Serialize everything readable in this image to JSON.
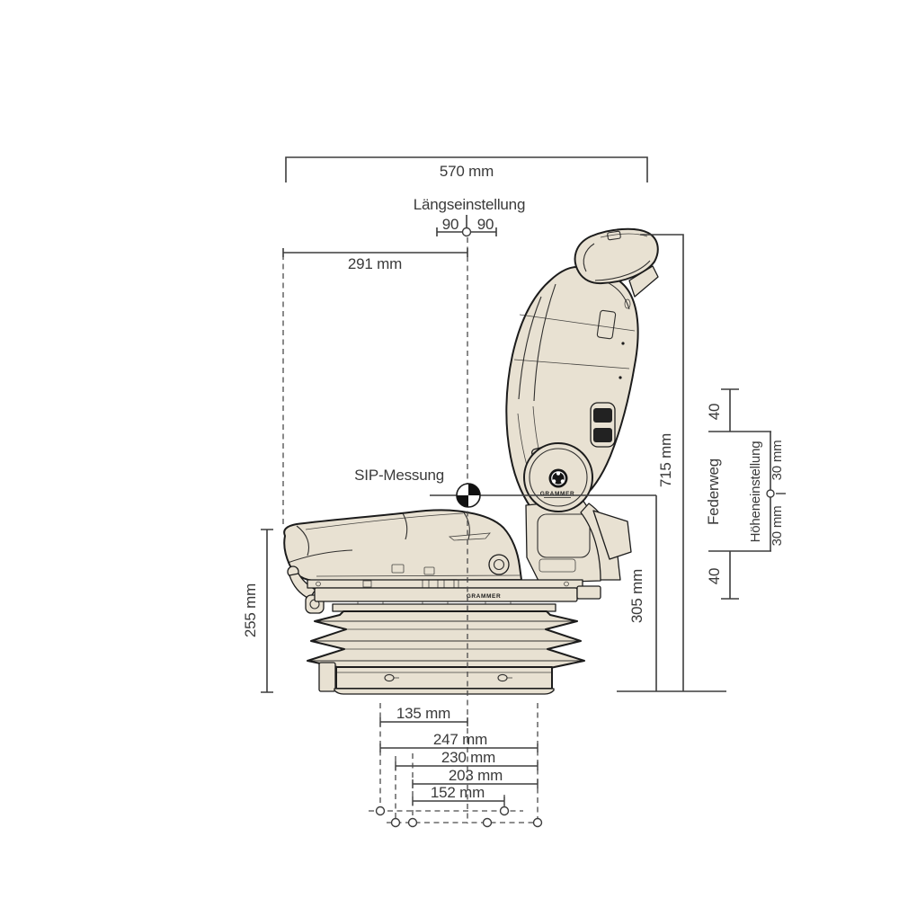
{
  "figure": {
    "type": "technical-dimension-drawing",
    "subject": "Suspension seat side view with dimensions",
    "brand": "GRAMMER",
    "rail_brand": "GRAMMER",
    "colors": {
      "background": "#ffffff",
      "seat_fill": "#e8e1d2",
      "outline": "#1c1c1c",
      "dimension": "#3d3d3d"
    }
  },
  "labels": {
    "top_width": "570 mm",
    "longitudinal_adjustment": "Längseinstellung",
    "longitudinal_left": "90",
    "longitudinal_right": "90",
    "seat_depth": "291 mm",
    "sip": "SIP-Messung",
    "total_height": "715 mm",
    "upper_travel": "40",
    "suspension_travel": "Federweg",
    "height_adjustment": "Höheneinstellung",
    "height_adjustment_upper": "30 mm",
    "height_adjustment_lower": "30 mm",
    "lower_travel": "40",
    "sip_height": "305 mm",
    "base_height": "255 mm",
    "mounting": [
      "135 mm",
      "247 mm",
      "230 mm",
      "203 mm",
      "152 mm"
    ]
  }
}
